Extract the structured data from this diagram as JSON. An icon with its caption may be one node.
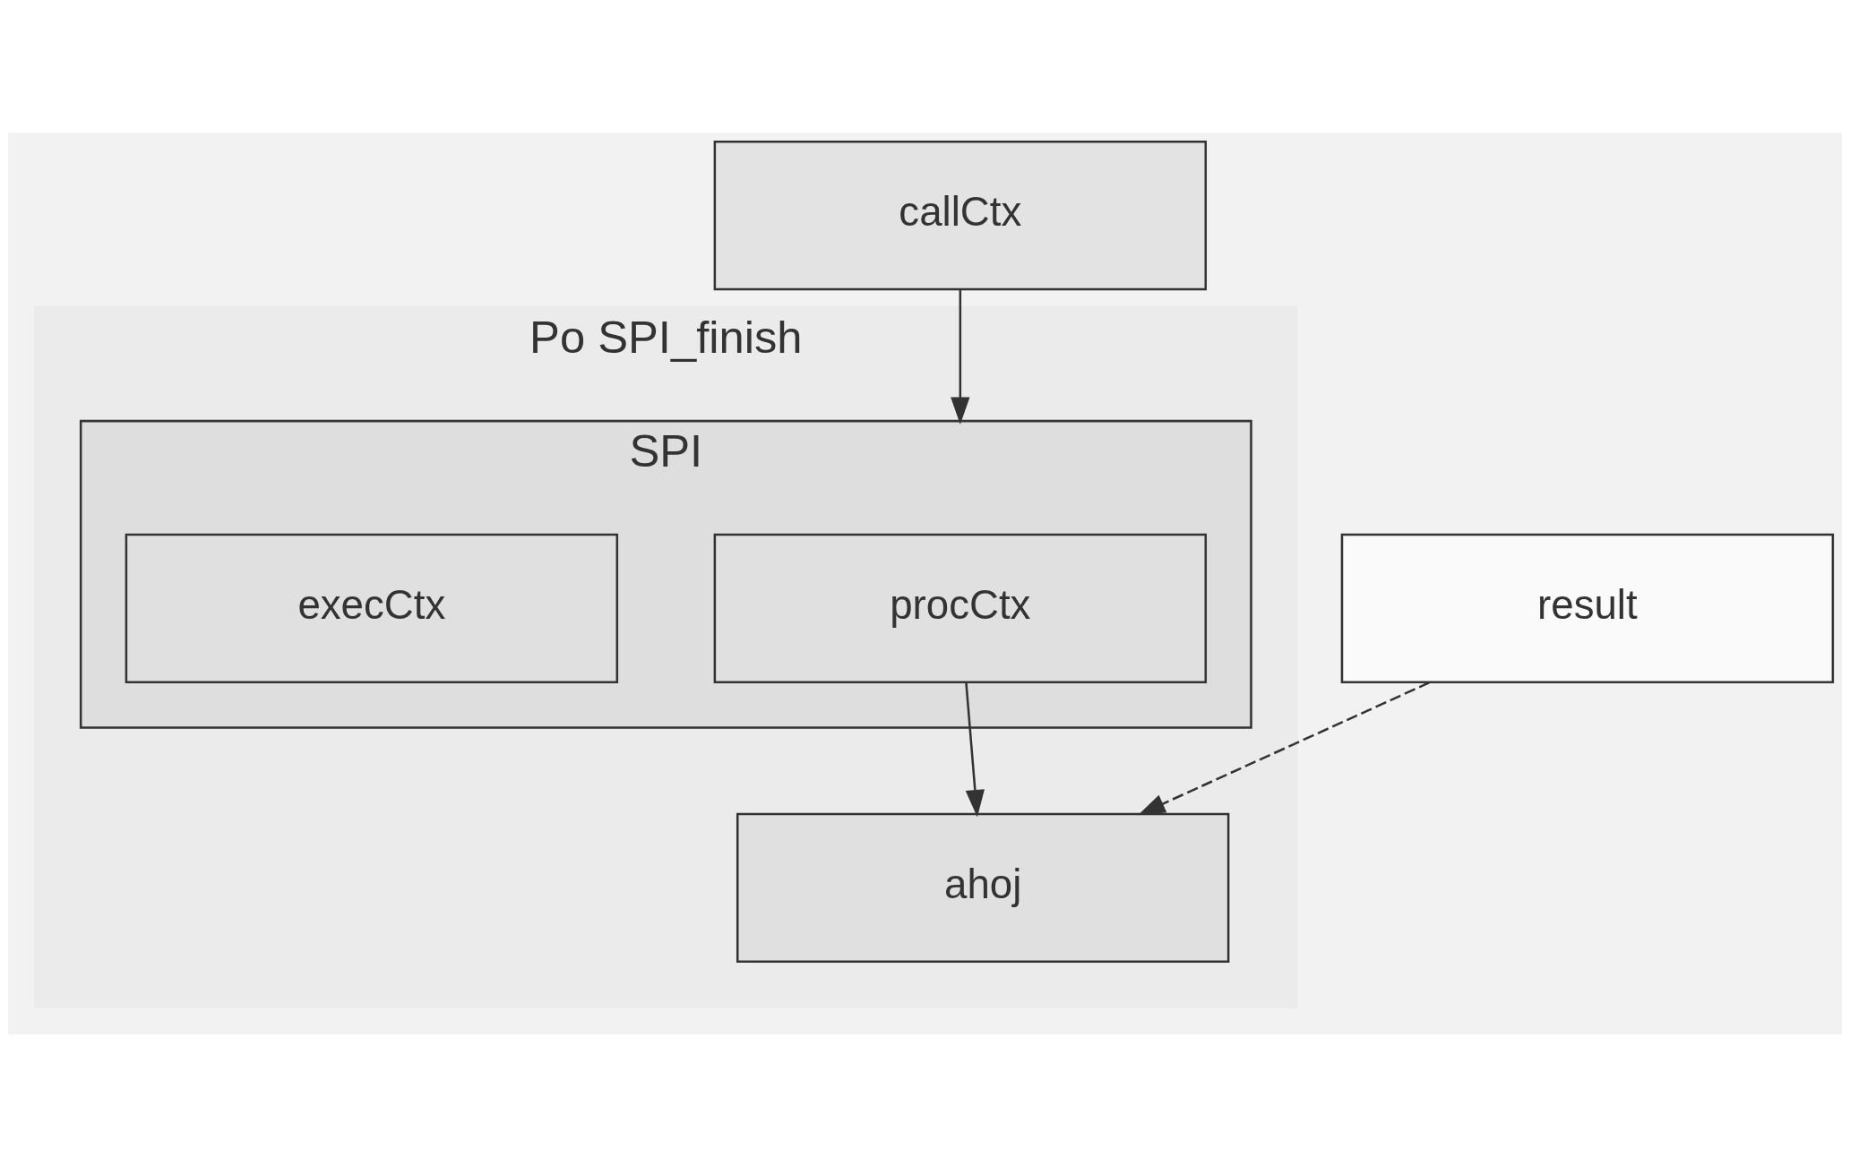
{
  "diagram": {
    "nodes": [
      {
        "text": [
          "callCtx"
        ]
      },
      {
        "text": [
          "Po SPI_finish"
        ]
      },
      {
        "text": [
          "SPI"
        ],
        "in": 1
      },
      {
        "text": [
          "procCtx"
        ],
        "in": 2
      },
      {
        "text": [
          "execCtx"
        ],
        "in": 2
      },
      {
        "text": [
          "result"
        ]
      },
      {
        "text": [
          "ahoj"
        ],
        "in": 1
      }
    ],
    "edges": [
      {
        "from": 0,
        "to": 2,
        "arrow": "to"
      },
      {
        "from": 3,
        "to": 6,
        "arrow": "to"
      },
      {
        "from": 5,
        "to": 6,
        "arrow": "to",
        "style": "dashed"
      }
    ]
  }
}
